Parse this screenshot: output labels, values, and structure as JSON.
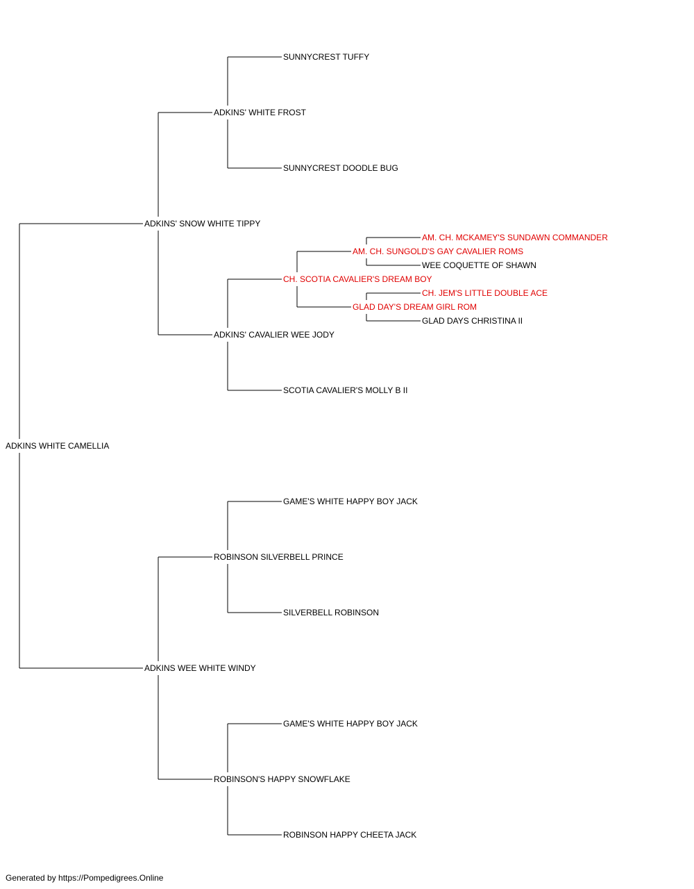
{
  "colors": {
    "normal": "#000000",
    "champion": "#e00000",
    "line": "#000000"
  },
  "pedigree": {
    "name": "ADKINS WHITE CAMELLIA",
    "sire": {
      "name": "ADKINS' SNOW WHITE TIPPY",
      "sire": {
        "name": "ADKINS' WHITE FROST",
        "sire": {
          "name": "SUNNYCREST TUFFY"
        },
        "dam": {
          "name": "SUNNYCREST DOODLE BUG"
        }
      },
      "dam": {
        "name": "ADKINS' CAVALIER WEE JODY",
        "sire": {
          "name": "CH. SCOTIA CAVALIER'S DREAM BOY",
          "champion": true,
          "sire": {
            "name": "AM. CH. SUNGOLD'S GAY CAVALIER ROMS",
            "champion": true,
            "sire": {
              "name": "AM. CH. MCKAMEY'S SUNDAWN COMMANDER",
              "champion": true
            },
            "dam": {
              "name": "WEE COQUETTE OF SHAWN"
            }
          },
          "dam": {
            "name": "GLAD DAY'S DREAM GIRL ROM",
            "champion": true,
            "sire": {
              "name": "CH. JEM'S LITTLE DOUBLE ACE",
              "champion": true
            },
            "dam": {
              "name": "GLAD DAYS CHRISTINA II"
            }
          }
        },
        "dam": {
          "name": "SCOTIA CAVALIER'S MOLLY B II"
        }
      }
    },
    "dam": {
      "name": "ADKINS WEE WHITE WINDY",
      "sire": {
        "name": "ROBINSON SILVERBELL PRINCE",
        "sire": {
          "name": "GAME'S WHITE HAPPY BOY JACK"
        },
        "dam": {
          "name": "SILVERBELL ROBINSON"
        }
      },
      "dam": {
        "name": "ROBINSON'S HAPPY SNOWFLAKE",
        "sire": {
          "name": "GAME'S WHITE HAPPY BOY JACK"
        },
        "dam": {
          "name": "ROBINSON HAPPY CHEETA JACK"
        }
      }
    }
  },
  "footer": "Generated by https://Pompedigrees.Online"
}
